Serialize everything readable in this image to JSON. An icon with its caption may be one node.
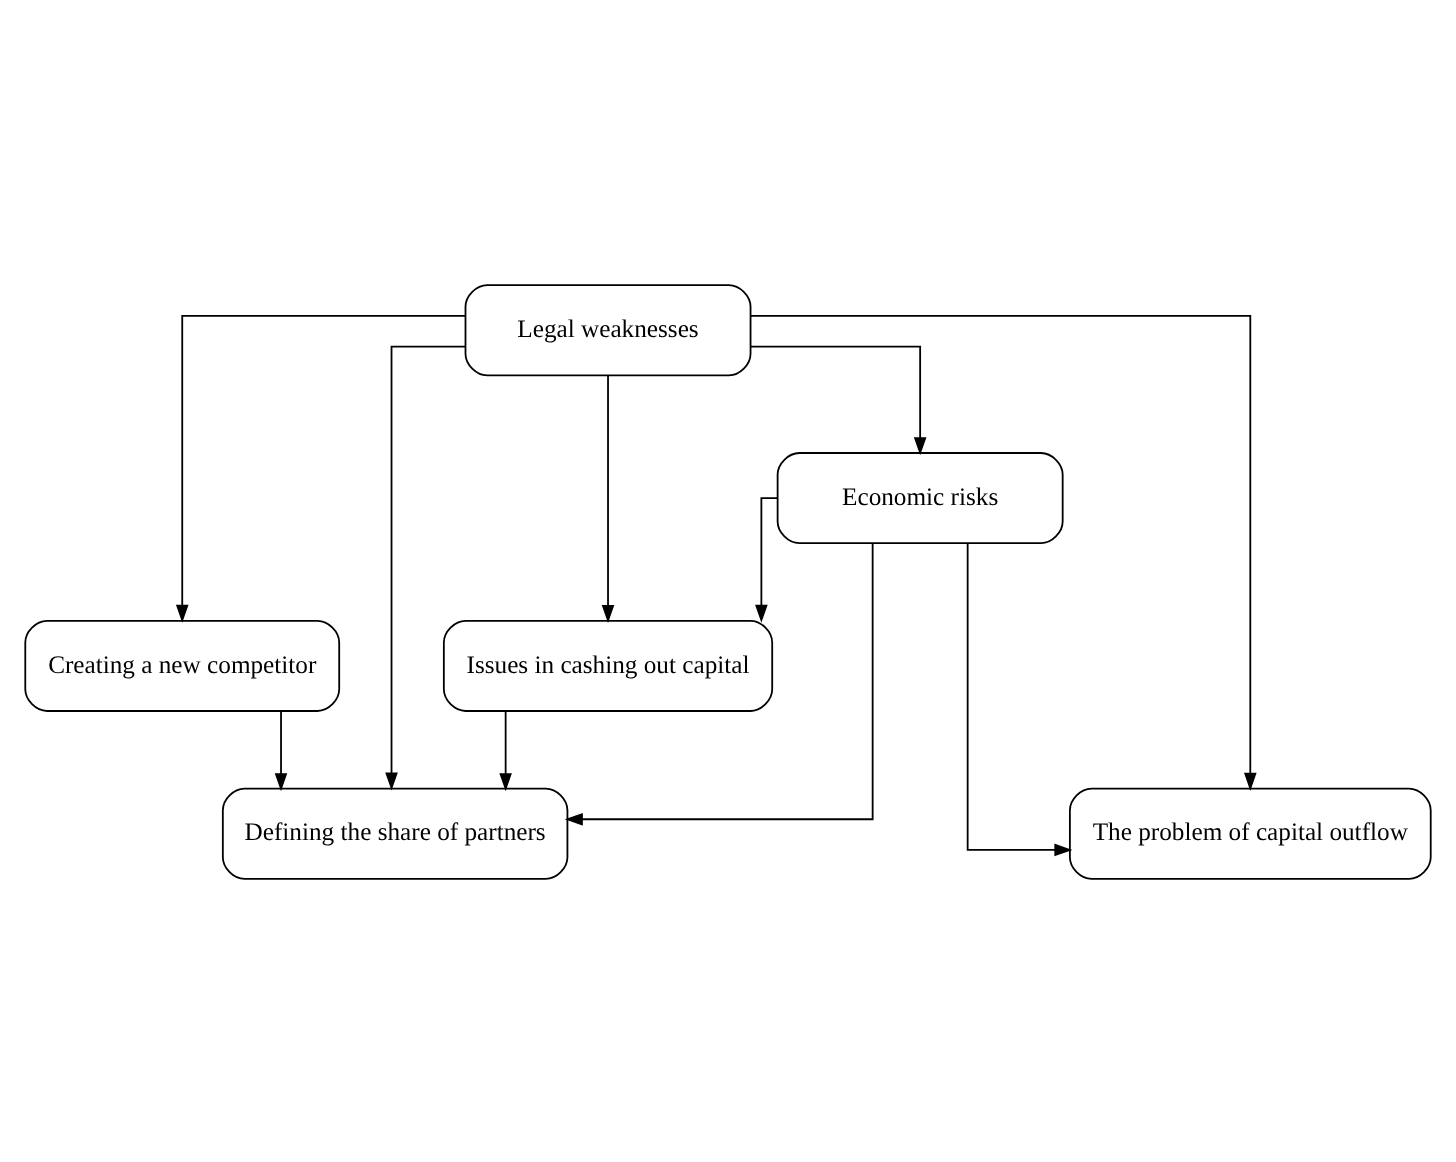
{
  "diagram": {
    "nodes": [
      {
        "text": [
          "Legal weaknesses"
        ]
      },
      {
        "text": [
          "Economic risks"
        ]
      },
      {
        "text": [
          "Creating a new competitor"
        ]
      },
      {
        "text": [
          "Issues in cashing out capital"
        ]
      },
      {
        "text": [
          "The problem of capital outflow"
        ]
      },
      {
        "text": [
          "Defining the share of partners"
        ]
      }
    ],
    "edges": [
      {
        "from": 0,
        "to": 1,
        "arrow": "to"
      },
      {
        "from": 0,
        "to": 2,
        "arrow": "to"
      },
      {
        "from": 0,
        "to": 4,
        "arrow": "to"
      },
      {
        "from": 0,
        "to": 3,
        "arrow": "to"
      },
      {
        "from": 0,
        "to": 5,
        "arrow": "to"
      },
      {
        "from": 1,
        "to": 3,
        "arrow": "to"
      },
      {
        "from": 1,
        "to": 4,
        "arrow": "to"
      },
      {
        "from": 1,
        "to": 5,
        "arrow": "to"
      },
      {
        "from": 2,
        "to": 5,
        "arrow": "to"
      },
      {
        "from": 3,
        "to": 5,
        "arrow": "to"
      }
    ]
  }
}
